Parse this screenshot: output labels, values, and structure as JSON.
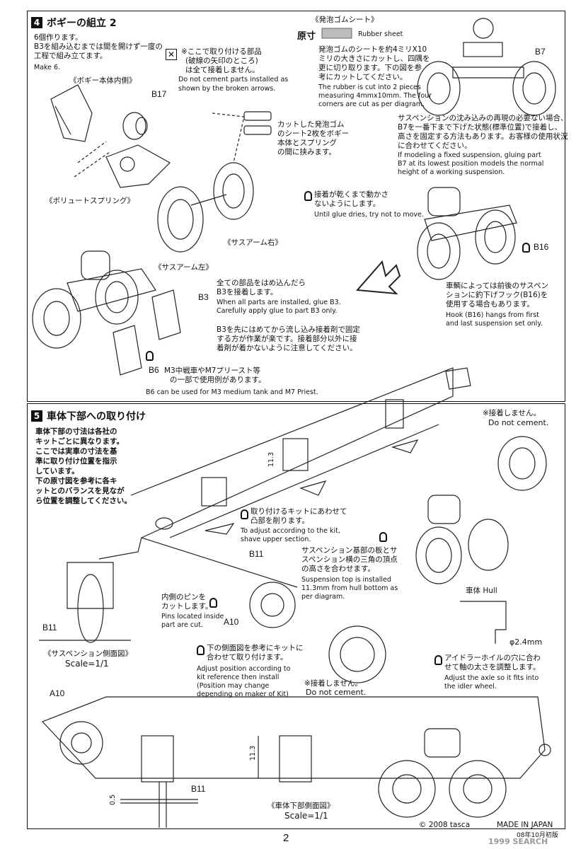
{
  "section4": {
    "number": "4",
    "title": "ボギーの組立 2",
    "make_jp_1": "6個作ります。",
    "make_jp_2": "B3を組み込むまでは間を開けず一度の",
    "make_jp_3": "工程で組み立てます。",
    "make_en": "Make 6.",
    "note_x_jp_1": "※ここで取り付ける部品",
    "note_x_jp_2": "(破線の矢印のところ)",
    "note_x_jp_3": "は全て接着しません。",
    "note_x_en_1": "Do not cement parts installed as",
    "note_x_en_2": "shown by the broken arrows.",
    "bogie_inner": "《ボギー本体内側》",
    "volute_spring": "《ボリュートスプリング》",
    "sus_arm_right": "《サスアーム右》",
    "sus_arm_left": "《サスアーム左》",
    "part_b17": "B17",
    "part_b3": "B3",
    "part_b7": "B7",
    "part_b6": "B6",
    "part_b16": "B16",
    "foam_title": "《発泡ゴムシート》",
    "actual_size": "原寸",
    "rubber_sheet": "Rubber sheet",
    "foam_jp_1": "発泡ゴムのシートを約4ミリX10",
    "foam_jp_2": "ミリの大きさにカットし、四隅を",
    "foam_jp_3": "更に切り取ります。下の図を参",
    "foam_jp_4": "考にカットしてください。",
    "foam_en_1": "The rubber is cut into 2 pieces",
    "foam_en_2": "measuring 4mmx10mm. The four",
    "foam_en_3": "corners are cut as per diagram.",
    "cut_jp_1": "カットした発泡ゴム",
    "cut_jp_2": "のシート2枚をボギー",
    "cut_jp_3": "本体とスプリング",
    "cut_jp_4": "の間に挟みます。",
    "fixed_jp_1": "サスペンションの沈み込みの再現の必要ない場合、",
    "fixed_jp_2": "B7を一番下まで下げた状態(標準位置)で接着し、",
    "fixed_jp_3": "高さを固定する方法もあります。お客様の使用状況",
    "fixed_jp_4": "に合わせてください。",
    "fixed_en_1": "If modeling a fixed suspension, gluing part",
    "fixed_en_2": "B7 at its lowest position models the normal",
    "fixed_en_3": "height of a working suspension.",
    "glue_dry_jp_1": "接着が乾くまで動かさ",
    "glue_dry_jp_2": "ないようにします。",
    "glue_dry_en": "Until glue dries, try not to move.",
    "hook_jp_1": "車輌によっては前後のサスペン",
    "hook_jp_2": "ションに釣下げフック(B16)を",
    "hook_jp_3": "使用する場合もあります。",
    "hook_en_1": "Hook (B16) hangs from first",
    "hook_en_2": "and last suspension set only.",
    "allparts_jp_1": "全ての部品をはめ込んだら",
    "allparts_jp_2": "B3を接着します。",
    "allparts_en_1": "When all parts are installed, glue B3.",
    "allparts_en_2": "Carefully apply glue to part B3 only.",
    "b3first_jp_1": "B3を先にはめてから流し込み接着剤で固定",
    "b3first_jp_2": "する方が作業が楽です。接着部分以外に接",
    "b3first_jp_3": "着剤が着かないように注意してください。",
    "b6_jp_1": "M3中戦車やM7プリースト等",
    "b6_jp_2": "の一部で使用例があります。",
    "b6_en": "B6 can be used for M3 medium tank and M7 Priest."
  },
  "section5": {
    "number": "5",
    "title": "車体下部への取り付け",
    "intro_jp_1": "車体下部の寸法は各社の",
    "intro_jp_2": "キットごとに異なります。",
    "intro_jp_3": "ここでは実車の寸法を基",
    "intro_jp_4": "準に取り付け位置を指示",
    "intro_jp_5": "しています。",
    "intro_jp_6": "下の原寸図を参考に各キ",
    "intro_jp_7": "ットとのバランスを見なが",
    "intro_jp_8": "ら位置を調整してください。",
    "no_cement_jp": "※接着しません。",
    "no_cement_en": "Do not cement.",
    "dim_11_3": "11.3",
    "shave_jp_1": "取り付けるキットにあわせて",
    "shave_jp_2": "凸部を削ります。",
    "shave_en_1": "To adjust according to the kit,",
    "shave_en_2": "shave upper section.",
    "part_b11": "B11",
    "part_a10": "A10",
    "top_jp_1": "サスペンション基部の板とサ",
    "top_jp_2": "スペンション横の三角の頂点",
    "top_jp_3": "の高さを合わせます。",
    "top_en_1": "Suspension top is installed",
    "top_en_2": "11.3mm from hull bottom as",
    "top_en_3": "per diagram.",
    "pin_jp_1": "内側のピンを",
    "pin_jp_2": "カットします。",
    "pin_en_1": "Pins located inside",
    "pin_en_2": "part are cut.",
    "hull": "車体 Hull",
    "dia": "φ2.4mm",
    "idler_jp_1": "アイドラーホイルの穴に合わ",
    "idler_jp_2": "せて軸の太さを調整します。",
    "idler_en_1": "Adjust the axle so it fits into",
    "idler_en_2": "the idler wheel.",
    "side_jp_1": "下の側面図を参考にキットに",
    "side_jp_2": "合わせて取り付けます。",
    "side_en_1": "Adjust position according to",
    "side_en_2": "kit reference then install",
    "side_en_3": "(Position may change",
    "side_en_4": "depending on maker of Kit)",
    "no_cement2_jp": "※接着しません。",
    "no_cement2_en": "Do not cement.",
    "sus_side_jp": "《サスペンション側面図》",
    "scale1": "Scale=1/1",
    "hull_side_jp": "《車体下部側面図》",
    "scale2": "Scale=1/1",
    "dim_0_5": "0.5",
    "copyright": "© 2008 tasca",
    "made_in": "MADE IN JAPAN",
    "print_code": "08年10月初版"
  },
  "footer": {
    "page_number": "2",
    "watermark": "1999 SEARCH"
  }
}
